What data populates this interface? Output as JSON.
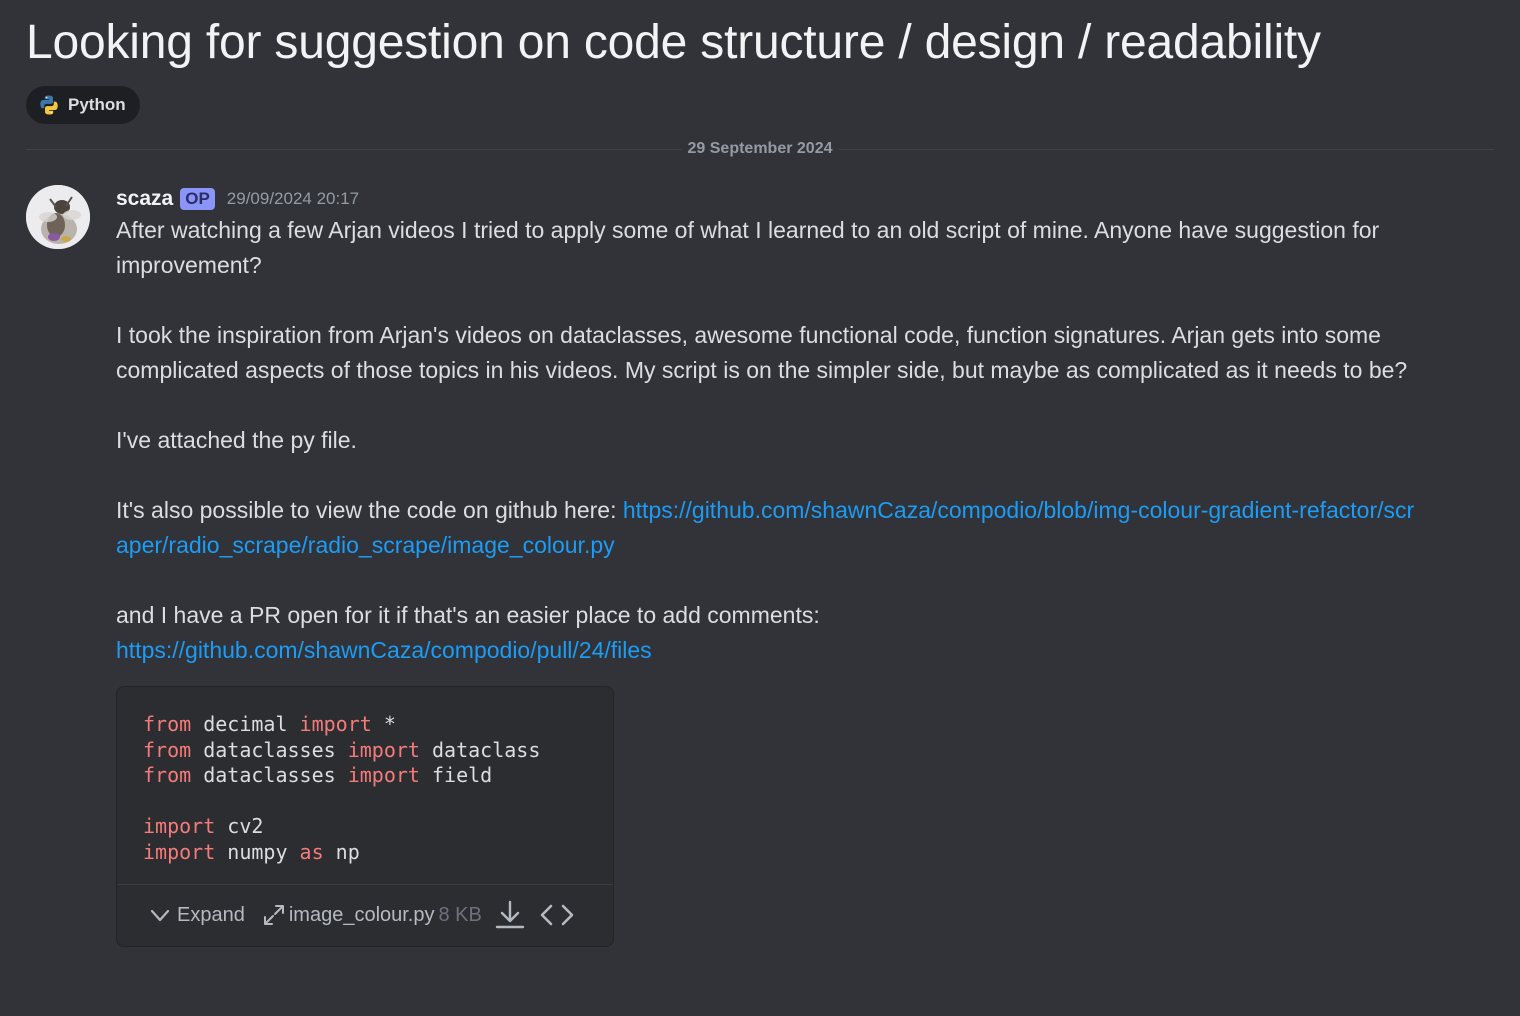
{
  "thread": {
    "title": "Looking for suggestion on code structure / design / readability",
    "tags": [
      {
        "label": "Python",
        "icon": "python-icon"
      }
    ]
  },
  "divider": {
    "date": "29 September 2024"
  },
  "message": {
    "username": "scaza",
    "badge": "OP",
    "timestamp": "29/09/2024 20:17",
    "paragraphs": {
      "p1": "After watching a few Arjan videos I tried to apply some of what I learned to an old script of mine. Anyone have suggestion for improvement?",
      "p2": "I took the inspiration from Arjan's videos on dataclasses, awesome functional code, function signatures.  Arjan gets into some complicated aspects of those topics in his videos. My script is on the simpler side, but maybe as complicated as it needs to be?",
      "p3": "I've attached the py file.",
      "p4_text": "It's also possible to view the code on github here: ",
      "p4_link": "https://github.com/shawnCaza/compodio/blob/img-colour-gradient-refactor/scraper/radio_scrape/radio_scrape/image_colour.py",
      "p5_text": "and I have a PR open for it if that's an easier place to add comments:",
      "p5_link": "https://github.com/shawnCaza/compodio/pull/24/files"
    }
  },
  "attachment": {
    "code_lines": [
      {
        "kw1": "from",
        "mod": " decimal ",
        "kw2": "import",
        "name": " *"
      },
      {
        "kw1": "from",
        "mod": " dataclasses ",
        "kw2": "import",
        "name": " dataclass"
      },
      {
        "kw1": "from",
        "mod": " dataclasses ",
        "kw2": "import",
        "name": " field"
      },
      {
        "kw1": "import",
        "mod": " cv2",
        "kw2": "",
        "name": ""
      },
      {
        "kw1": "import",
        "mod": " numpy ",
        "kw2": "as",
        "name": " np"
      }
    ],
    "expand_label": "Expand",
    "file_name": "image_colour.py",
    "file_size": "8 KB"
  },
  "icons": {
    "tag": "python-icon",
    "expand": "chevron-down-icon",
    "open": "expand-arrows-icon",
    "download": "download-icon",
    "view_code": "code-icon"
  },
  "colors": {
    "background": "#313338",
    "link": "#1c9cf5",
    "keyword": "#f47b7b",
    "badge": "#8b94f7"
  }
}
